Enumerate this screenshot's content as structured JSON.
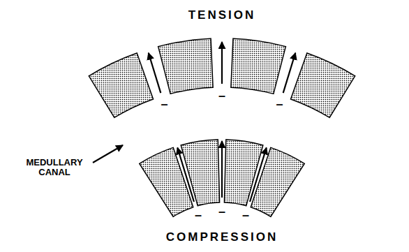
{
  "diagram": {
    "labels": [
      "TENSION",
      "–",
      "–",
      "–",
      "MEDULLARY CANAL",
      "–",
      "–",
      "–",
      "COMPRESSION"
    ]
  }
}
